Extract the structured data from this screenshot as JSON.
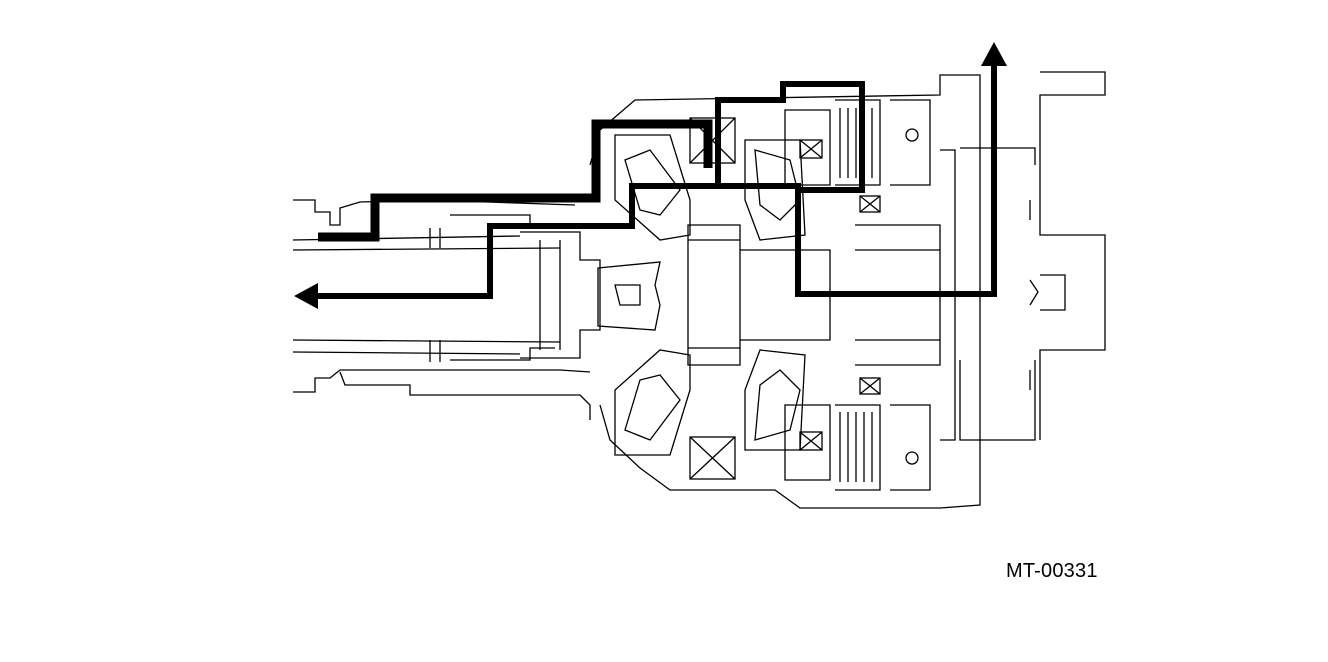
{
  "figure": {
    "code": "MT-00331"
  },
  "colors": {
    "line": "#000000",
    "background": "#ffffff"
  },
  "arrows": {
    "left_arrow_icon": "arrow-left",
    "up_arrow_icon": "arrow-up"
  }
}
